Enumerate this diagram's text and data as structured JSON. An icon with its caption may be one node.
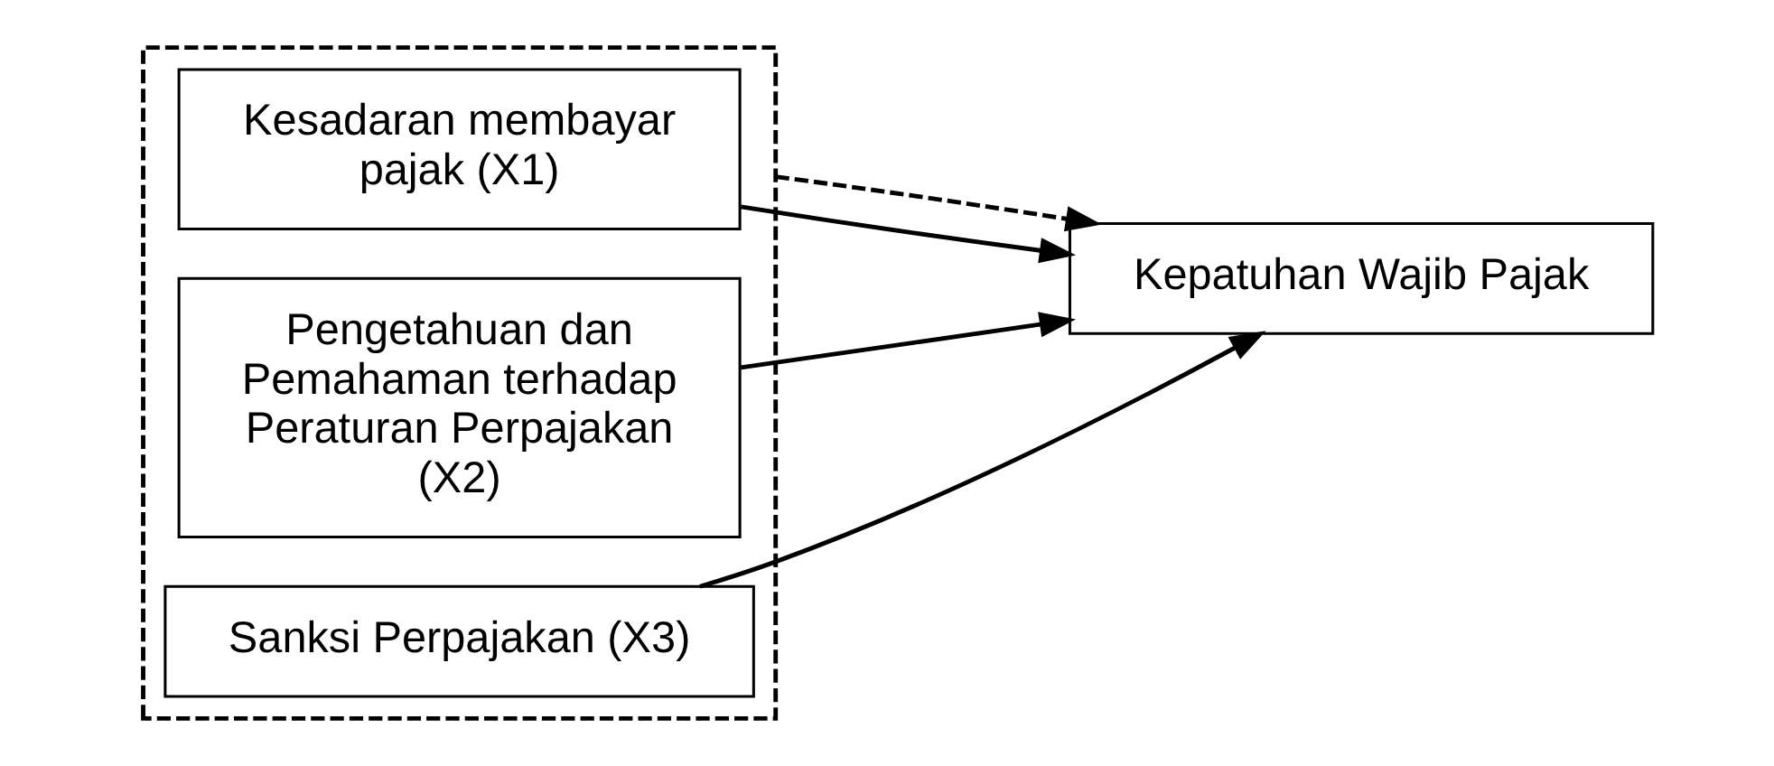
{
  "diagram": {
    "nodes": [
      {
        "text": [],
        "shape": "box"
      },
      {
        "text": [
          "Kesadaran membayar pajak (X1)"
        ],
        "in": 0
      },
      {
        "text": [
          "Pengetahuan dan Pemahaman terhadap Peraturan Perpajakan (X2)"
        ],
        "in": 0
      },
      {
        "text": [
          "Sanksi Perpajakan (X3)"
        ],
        "in": 0
      },
      {
        "text": [
          "Kepatuhan Wajib Pajak"
        ]
      }
    ],
    "edges": [
      {
        "from": 1,
        "to": 4,
        "arrow": "to"
      },
      {
        "from": 0,
        "to": 4,
        "arrow": "to",
        "style": "dashed"
      },
      {
        "from": 2,
        "to": 4,
        "arrow": "to"
      },
      {
        "from": 3,
        "to": 4,
        "arrow": "to"
      }
    ]
  }
}
